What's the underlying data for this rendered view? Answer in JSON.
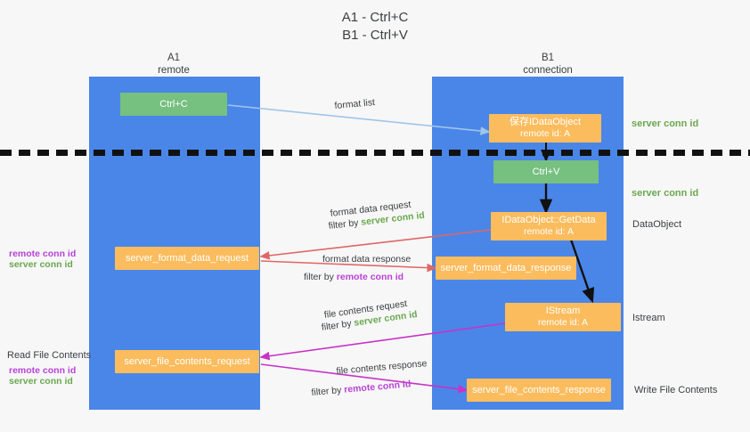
{
  "diagram": {
    "title": "A1 - Ctrl+C\nB1 - Ctrl+V",
    "colors": {
      "lane": "#4a86e8",
      "green_node": "#76c080",
      "orange_node": "#fbbc5e",
      "server_conn_id": "#6aa84f",
      "remote_conn_id": "#b942d6",
      "format_list_arrow": "#9fc5e8",
      "format_data_arrow": "#e06666",
      "file_contents_arrow": "#c832c8",
      "black_arrow": "#111111",
      "background": "#f7f7f7"
    },
    "columns": [
      {
        "name": "A1",
        "sub": "remote"
      },
      {
        "name": "B1",
        "sub": "connection"
      }
    ],
    "nodes": [
      {
        "id": "ctrl-c",
        "label": "Ctrl+C",
        "sub": "",
        "color": "green"
      },
      {
        "id": "save-idataobject",
        "label": "保存IDataObject",
        "sub": "remote id: A",
        "color": "orange"
      },
      {
        "id": "ctrl-v",
        "label": "Ctrl+V",
        "sub": "",
        "color": "green"
      },
      {
        "id": "idataobject-getdata",
        "label": "IDataObject::GetData",
        "sub": "remote id: A",
        "color": "orange"
      },
      {
        "id": "server-format-data-request",
        "label": "server_format_data_request",
        "sub": "",
        "color": "orange"
      },
      {
        "id": "server-format-data-response",
        "label": "server_format_data_response",
        "sub": "",
        "color": "orange"
      },
      {
        "id": "istream",
        "label": "IStream",
        "sub": "remote id: A",
        "color": "orange"
      },
      {
        "id": "server-file-contents-request",
        "label": "server_file_contents_request",
        "sub": "",
        "color": "orange"
      },
      {
        "id": "server-file-contents-response",
        "label": "server_file_contents_response",
        "sub": "",
        "color": "orange"
      }
    ],
    "edge_labels": {
      "format_list": "format list",
      "format_data_request": "format data request",
      "format_data_request_filter_prefix": "filter by ",
      "format_data_request_filter_value": "server conn id",
      "format_data_response": "format data response",
      "format_data_response_filter_prefix": "filter by ",
      "format_data_response_filter_value": "remote conn id",
      "file_contents_request": "file contents request",
      "file_contents_request_filter_prefix": "filter by ",
      "file_contents_request_filter_value": "server conn id",
      "file_contents_response": "file contents response",
      "file_contents_response_filter_prefix": "filter by ",
      "file_contents_response_filter_value": "remote conn id"
    },
    "right_labels": [
      {
        "id": "server-conn-id-top",
        "text": "server conn id",
        "style": "green"
      },
      {
        "id": "server-conn-id-second",
        "text": "server conn id",
        "style": "green"
      },
      {
        "id": "dataobject",
        "text": "DataObject",
        "style": "plain"
      },
      {
        "id": "istream-label",
        "text": "Istream",
        "style": "plain"
      },
      {
        "id": "write-file-contents",
        "text": "Write File Contents",
        "style": "plain"
      }
    ],
    "left_labels": [
      {
        "id": "conn-ids-upper-remote",
        "text": "remote conn id",
        "style": "purple"
      },
      {
        "id": "conn-ids-upper-server",
        "text": "server conn id",
        "style": "green"
      },
      {
        "id": "read-file-contents",
        "text": "Read File Contents",
        "style": "plain"
      },
      {
        "id": "conn-ids-lower-remote",
        "text": "remote conn id",
        "style": "purple"
      },
      {
        "id": "conn-ids-lower-server",
        "text": "server conn id",
        "style": "green"
      }
    ]
  }
}
